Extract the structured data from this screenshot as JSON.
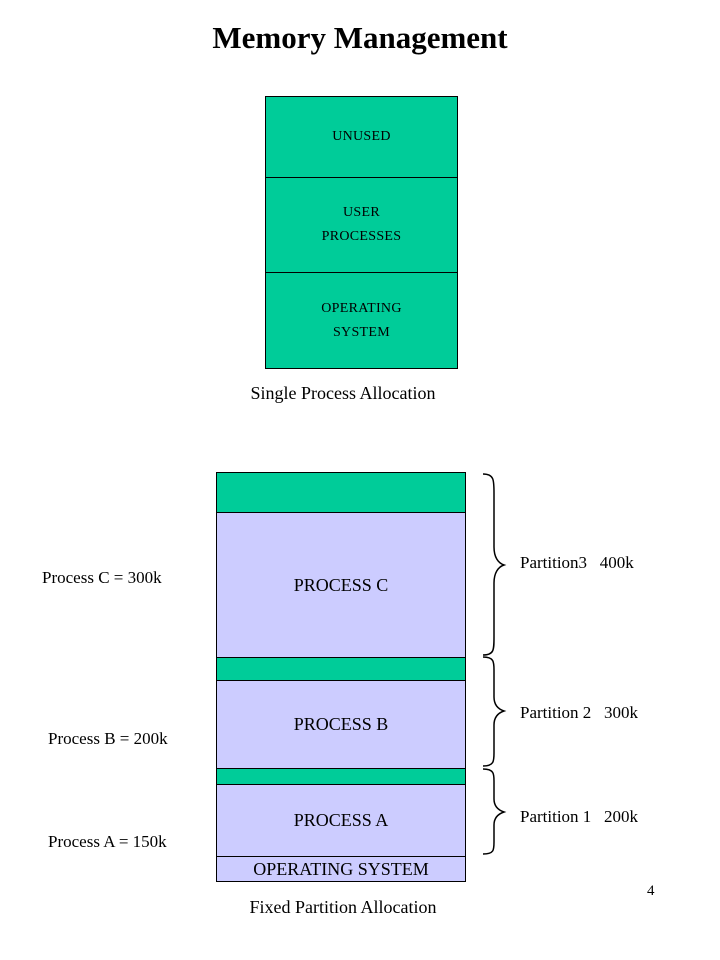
{
  "title": "Memory Management",
  "single_process": {
    "caption": "Single Process Allocation",
    "segments": [
      {
        "label": "UNUSED",
        "color": "#00cc99"
      },
      {
        "label": "USER\nPROCESSES",
        "color": "#00cc99"
      },
      {
        "label": "OPERATING\nSYSTEM",
        "color": "#00cc99"
      }
    ]
  },
  "fixed_partition": {
    "caption": "Fixed Partition Allocation",
    "blocks": {
      "process_c": "PROCESS C",
      "process_b": "PROCESS B",
      "process_a": "PROCESS A",
      "os": "OPERATING SYSTEM"
    },
    "process_labels": {
      "c": "Process C = 300k",
      "b": "Process B = 200k",
      "a": "Process A = 150k"
    },
    "partition_labels": {
      "p3": "Partition3   400k",
      "p2": "Partition 2   300k",
      "p1": "Partition 1   200k"
    },
    "colors": {
      "free": "#00cc99",
      "process": "#ccccff"
    }
  },
  "page_number": "4"
}
